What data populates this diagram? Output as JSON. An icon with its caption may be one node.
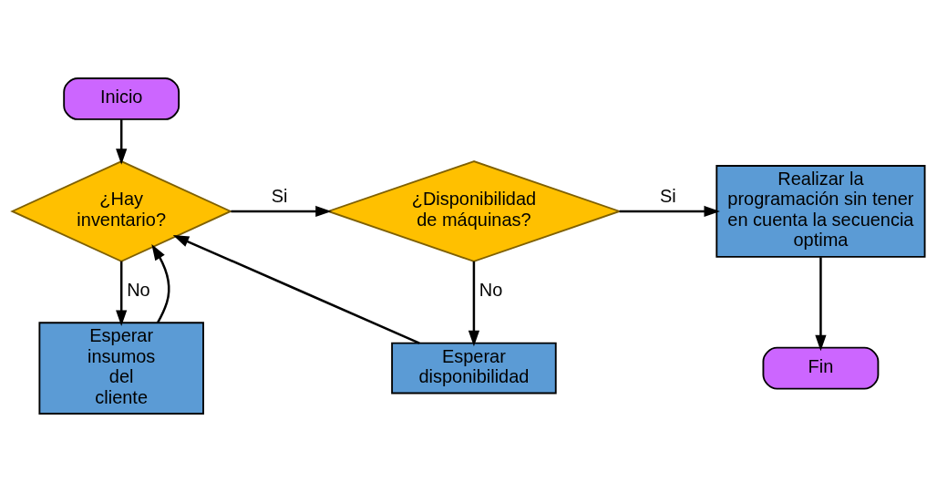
{
  "diagram": {
    "nodes": [
      {
        "text": [
          "Inicio"
        ]
      },
      {
        "text": [
          "¿Hay inventario?"
        ]
      },
      {
        "text": [
          "¿Disponibilidad de máquinas?"
        ]
      },
      {
        "text": [
          "Realizar la programación sin tener en cuenta la secuencia optima"
        ]
      },
      {
        "text": [
          "Esperar insumos del cliente"
        ]
      },
      {
        "text": [
          "Esperar disponibilidad"
        ]
      },
      {
        "text": [
          "Fin"
        ]
      }
    ],
    "edges": [
      {
        "from": 0,
        "to": 1,
        "arrow": "to"
      },
      {
        "from": 1,
        "to": 2,
        "label": "Si",
        "arrow": "to"
      },
      {
        "from": 1,
        "to": 4,
        "label": "No",
        "arrow": "to"
      },
      {
        "from": 2,
        "to": 3,
        "label": "Si",
        "arrow": "to"
      },
      {
        "from": 2,
        "to": 5,
        "label": "No",
        "arrow": "to"
      },
      {
        "from": 3,
        "to": 6,
        "arrow": "to"
      },
      {
        "from": 4,
        "to": 1,
        "arrow": "to"
      },
      {
        "from": 5,
        "to": 1,
        "arrow": "to"
      }
    ]
  }
}
